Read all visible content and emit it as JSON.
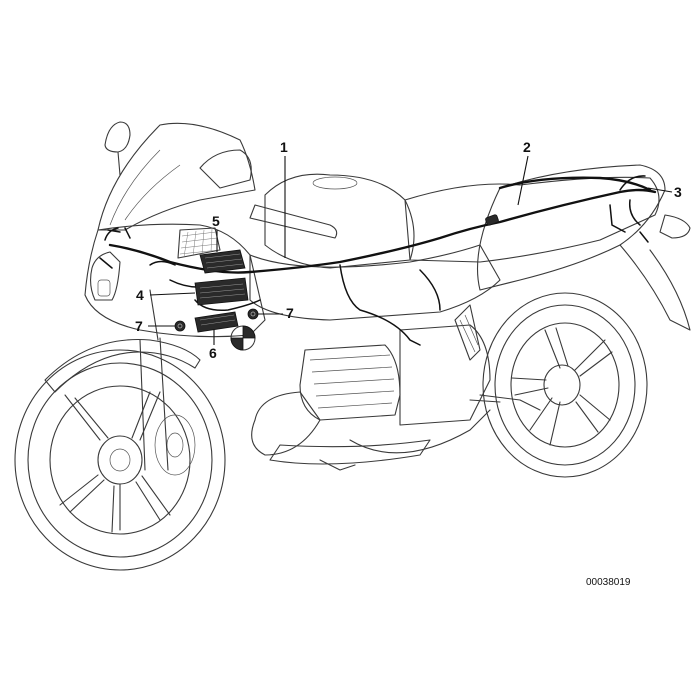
{
  "callouts": [
    {
      "id": "1",
      "label": "1"
    },
    {
      "id": "2",
      "label": "2"
    },
    {
      "id": "3",
      "label": "3"
    },
    {
      "id": "4",
      "label": "4"
    },
    {
      "id": "5",
      "label": "5"
    },
    {
      "id": "6",
      "label": "6"
    },
    {
      "id": "7a",
      "label": "7"
    },
    {
      "id": "7b",
      "label": "7"
    }
  ],
  "reference_number": "00038019",
  "engine_badge": "boxer-badge-icon",
  "colors": {
    "line": "#3a3a3a",
    "harness": "#111111",
    "background": "#ffffff"
  }
}
